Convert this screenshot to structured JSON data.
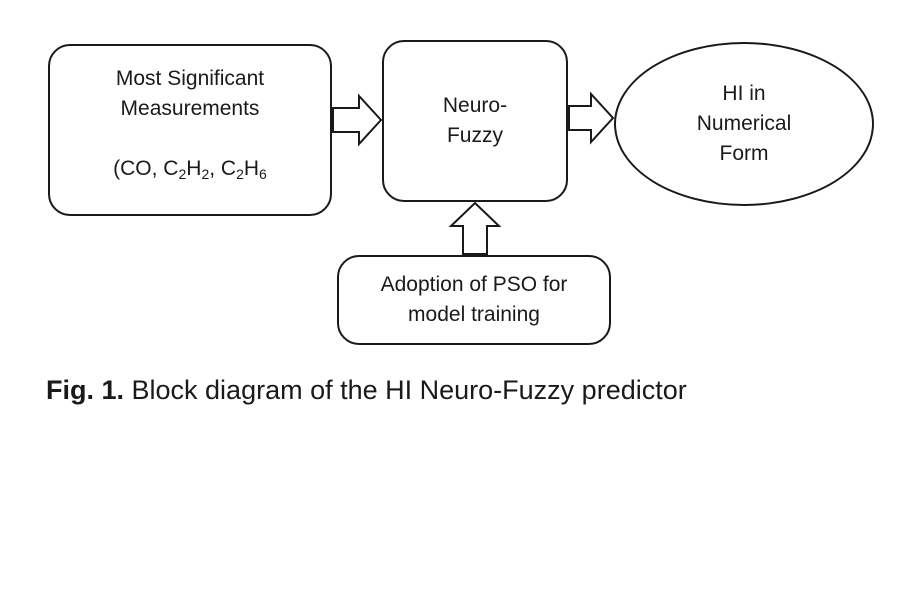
{
  "nodes": {
    "measurements": {
      "line1": "Most Significant",
      "line2": "Measurements",
      "formula_prefix": "(CO, C",
      "sub_a": "2",
      "mid_a": "H",
      "sub_b": "2",
      "sep": ", C",
      "sub_c": "2",
      "mid_c": "H",
      "sub_d": "6"
    },
    "neuro_fuzzy": {
      "line1": "Neuro-",
      "line2": "Fuzzy"
    },
    "hi_output": {
      "line1": "HI in",
      "line2": "Numerical",
      "line3": "Form"
    },
    "pso": {
      "line1": "Adoption of PSO for",
      "line2": "model training"
    }
  },
  "caption": {
    "label": "Fig. 1.",
    "text": " Block diagram of the HI Neuro-Fuzzy predictor"
  }
}
